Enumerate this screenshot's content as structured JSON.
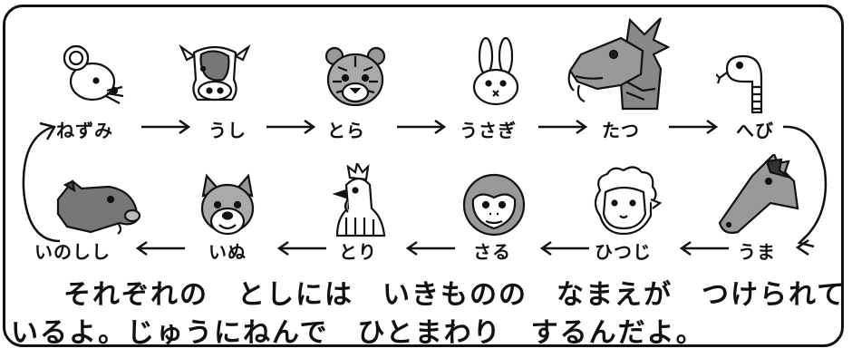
{
  "top_row": [
    {
      "name": "ねずみ",
      "icon": "mouse-icon"
    },
    {
      "name": "うし",
      "icon": "cow-icon"
    },
    {
      "name": "とら",
      "icon": "tiger-icon"
    },
    {
      "name": "うさぎ",
      "icon": "rabbit-icon"
    },
    {
      "name": "たつ",
      "icon": "dragon-icon"
    },
    {
      "name": "へび",
      "icon": "snake-icon"
    }
  ],
  "bottom_row": [
    {
      "name": "いのしし",
      "icon": "boar-icon"
    },
    {
      "name": "いぬ",
      "icon": "dog-icon"
    },
    {
      "name": "とり",
      "icon": "rooster-icon"
    },
    {
      "name": "さる",
      "icon": "monkey-icon"
    },
    {
      "name": "ひつじ",
      "icon": "sheep-icon"
    },
    {
      "name": "うま",
      "icon": "horse-icon"
    }
  ],
  "text": {
    "line1": "それぞれの　としには　いきものの　なまえが　つけられて",
    "line2": "いるよ。じゅうにねんで　ひとまわり　するんだよ。"
  }
}
